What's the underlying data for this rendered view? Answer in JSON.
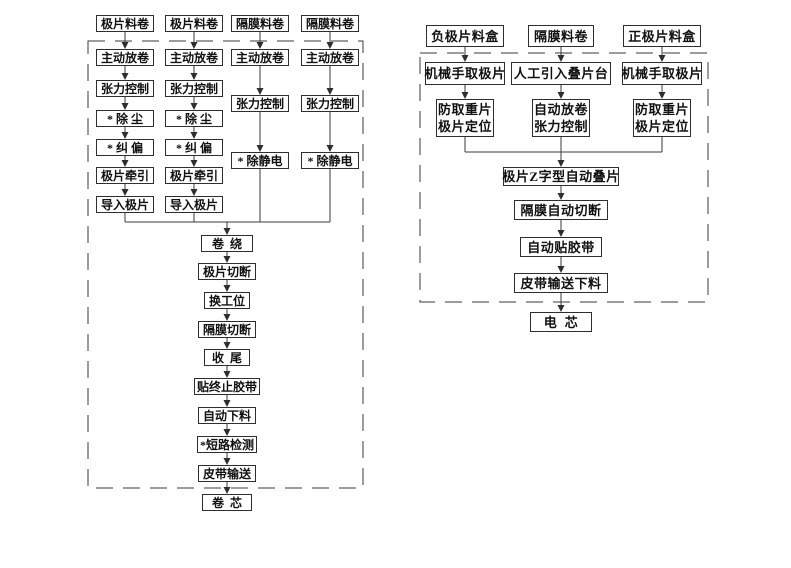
{
  "colors": {
    "background": "#ffffff",
    "line": "#3a3a3a",
    "box_border": "#2e2e2e",
    "text": "#111111"
  },
  "diagram_left": {
    "name": "winding-process-flow",
    "source_boxes": [
      "极片料卷",
      "极片料卷",
      "隔膜料卷",
      "隔膜料卷"
    ],
    "electrode_steps": [
      "主动放卷",
      "张力控制",
      "* 除 尘",
      "* 纠 偏",
      "极片牵引",
      "导入极片"
    ],
    "separator_steps": [
      "主动放卷",
      "张力控制",
      "* 除静电"
    ],
    "main_steps": [
      "卷  绕",
      "极片切断",
      "换工位",
      "隔膜切断",
      "收  尾",
      "贴终止胶带",
      "自动下料",
      "*短路检测",
      "皮带输送"
    ],
    "output_label": "卷  芯"
  },
  "diagram_right": {
    "name": "stacking-process-flow",
    "source_boxes": [
      "负极片料盒",
      "隔膜料卷",
      "正极片料盒"
    ],
    "transfer_steps": [
      "机械手取极片",
      "人工引入叠片台",
      "机械手取极片"
    ],
    "prep_steps": [
      {
        "line1": "防取重片",
        "line2": "极片定位"
      },
      {
        "line1": "自动放卷",
        "line2": "张力控制"
      },
      {
        "line1": "防取重片",
        "line2": "极片定位"
      }
    ],
    "main_steps": [
      "极片Z字型自动叠片",
      "隔膜自动切断",
      "自动贴胶带",
      "皮带输送下料"
    ],
    "output_label": "电  芯"
  }
}
